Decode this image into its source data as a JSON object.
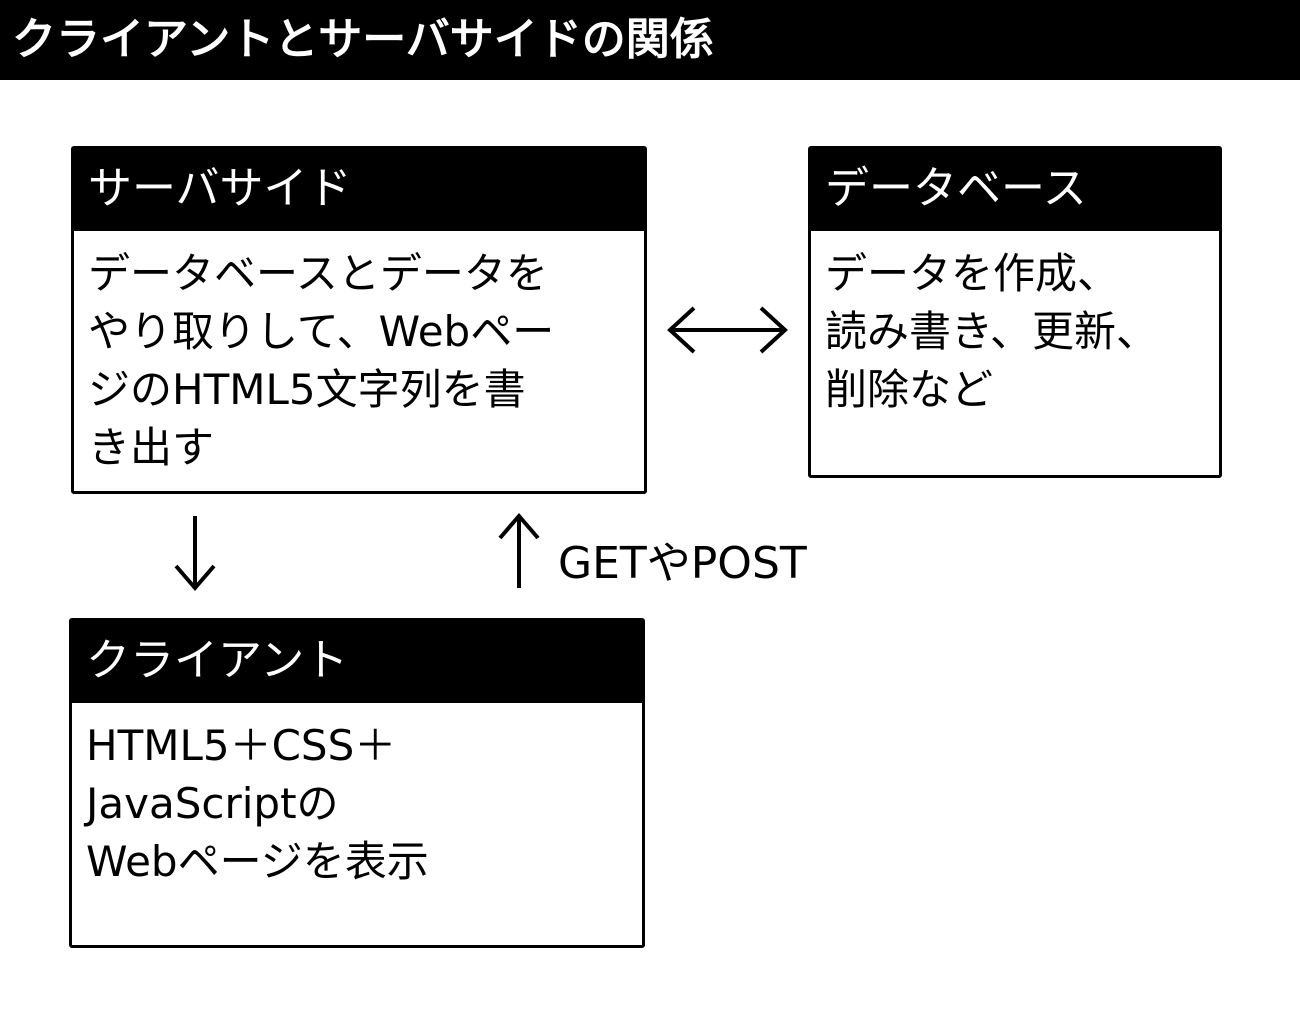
{
  "title": "クライアントとサーバサイドの関係",
  "boxes": {
    "server": {
      "header": "サーバサイド",
      "lines": [
        "データベースとデータを",
        "やり取りして、Webペー",
        "ジのHTML5文字列を書",
        "き出す"
      ]
    },
    "database": {
      "header": "データベース",
      "lines": [
        "データを作成、",
        "読み書き、更新、",
        "削除など"
      ]
    },
    "client": {
      "header": "クライアント",
      "lines": [
        "HTML5＋CSS＋",
        "JavaScriptの",
        "Webページを表示"
      ]
    }
  },
  "arrows": {
    "request_label": "GETやPOST"
  },
  "colors": {
    "header_bg": "#000000",
    "header_text": "#ffffff",
    "body_bg": "#ffffff",
    "line": "#000000"
  }
}
